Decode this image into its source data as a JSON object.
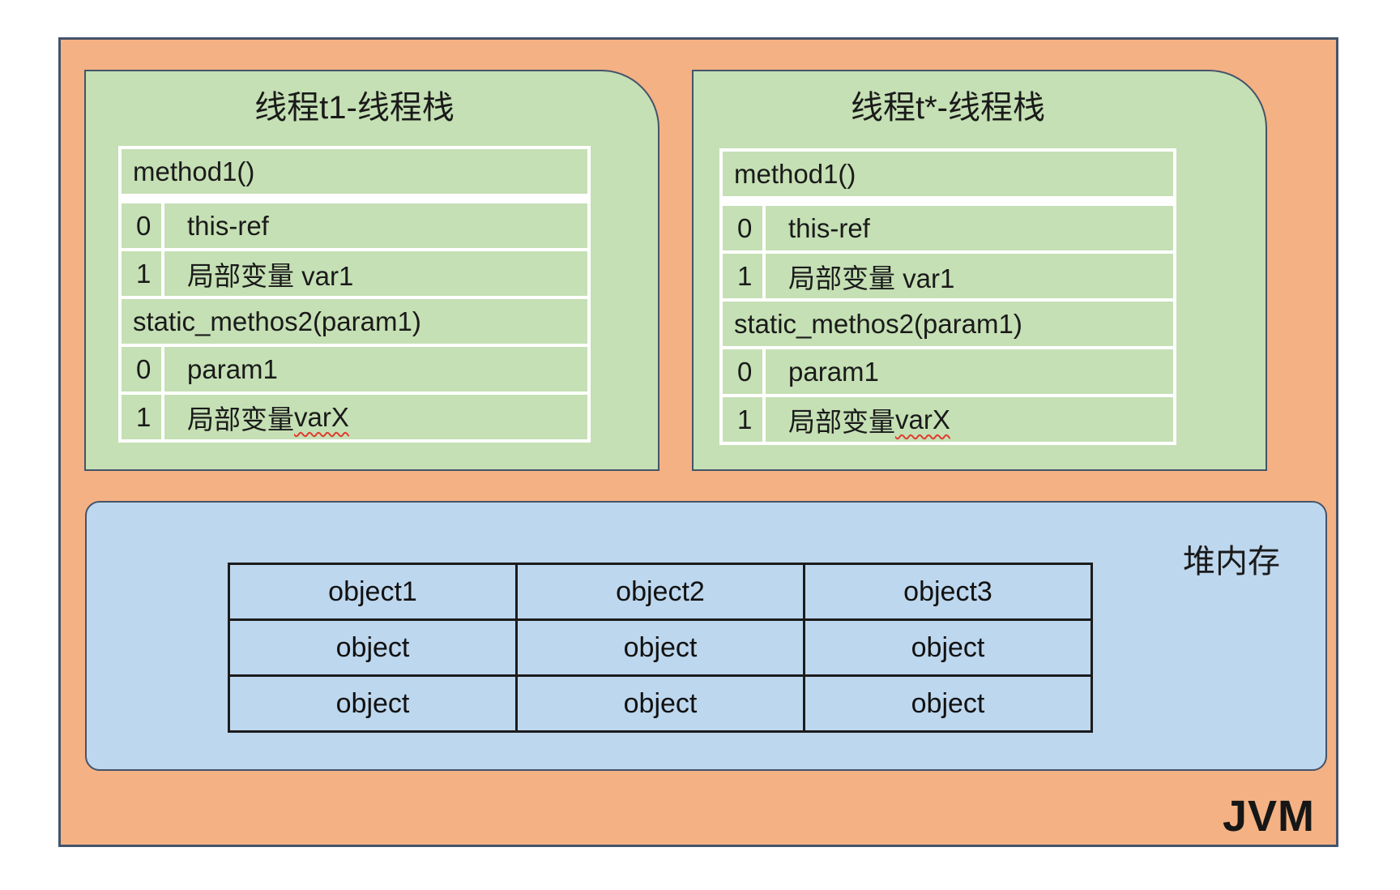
{
  "jvm_label": "JVM",
  "colors": {
    "jvm_fill": "#F4B183",
    "stack_fill": "#C5E0B4",
    "heap_fill": "#BDD7EE",
    "outline": "#44546A",
    "grid_lines": "#FFFFFF",
    "heap_table_border": "#1C1C1C",
    "text": "#1A1A1A",
    "squiggle_underline": "#E03C31"
  },
  "stacks": [
    {
      "title": "线程t1-线程栈",
      "frames": [
        {
          "kind": "method",
          "label": "method1()"
        },
        {
          "kind": "slot",
          "index": "0",
          "value": "this-ref"
        },
        {
          "kind": "slot",
          "index": "1",
          "value": "局部变量 var1"
        },
        {
          "kind": "method",
          "label": "static_methos2(param1)"
        },
        {
          "kind": "slot",
          "index": "0",
          "value": "param1"
        },
        {
          "kind": "slot",
          "index": "1",
          "value_prefix": "局部变量 ",
          "value_marked": "varX"
        }
      ]
    },
    {
      "title": "线程t*-线程栈",
      "frames": [
        {
          "kind": "method",
          "label": "method1()"
        },
        {
          "kind": "slot",
          "index": "0",
          "value": "this-ref"
        },
        {
          "kind": "slot",
          "index": "1",
          "value": "局部变量 var1"
        },
        {
          "kind": "method",
          "label": "static_methos2(param1)"
        },
        {
          "kind": "slot",
          "index": "0",
          "value": "param1"
        },
        {
          "kind": "slot",
          "index": "1",
          "value_prefix": "局部变量 ",
          "value_marked": "varX"
        }
      ]
    }
  ],
  "heap": {
    "label": "堆内存",
    "table": {
      "header": [
        "object1",
        "object2",
        "object3"
      ],
      "rows": [
        [
          "object",
          "object",
          "object"
        ],
        [
          "object",
          "object",
          "object"
        ]
      ]
    }
  }
}
